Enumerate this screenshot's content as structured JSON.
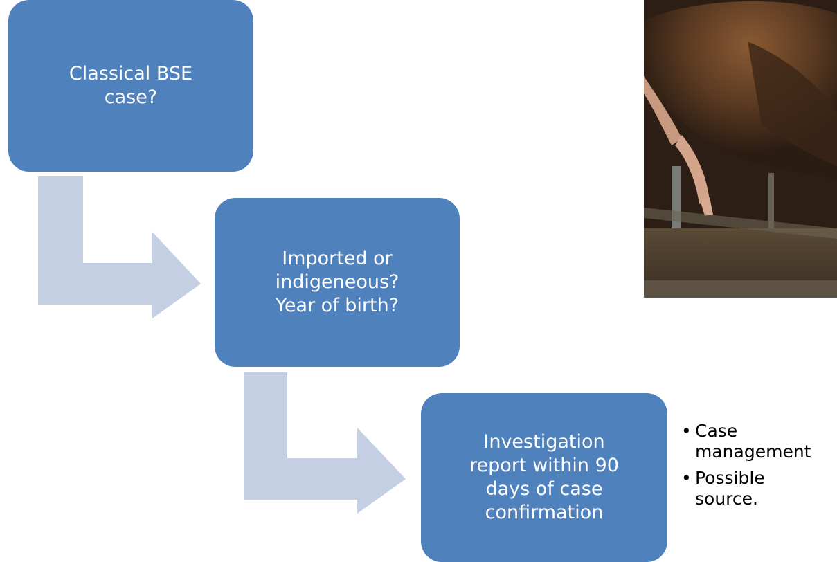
{
  "flow": {
    "step1": {
      "lines": [
        "Classical BSE",
        "case?"
      ]
    },
    "step2": {
      "lines": [
        "Imported or",
        "indigeneous?",
        "Year of birth?"
      ]
    },
    "step3": {
      "lines": [
        "Investigation",
        "report within 90",
        "days of case",
        "confirmation"
      ]
    }
  },
  "notes": [
    "Case management",
    "Possible source."
  ],
  "colors": {
    "box": "#4f81bd",
    "arrow": "#c5cfe3",
    "text": "#ffffff"
  },
  "photo": {
    "icon": "cow-photo"
  }
}
